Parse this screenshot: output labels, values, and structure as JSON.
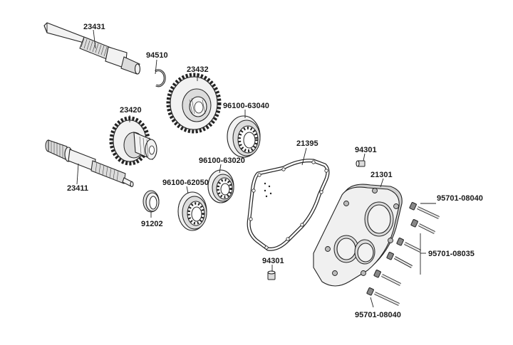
{
  "labels": {
    "p23431": "23431",
    "p94510": "94510",
    "p23432": "23432",
    "p23420": "23420",
    "p9610063040": "96100-63040",
    "p21395": "21395",
    "p94301a": "94301",
    "p23411": "23411",
    "p9610063020": "96100-63020",
    "p21301": "21301",
    "p9610062050": "96100-62050",
    "p9570108040a": "95701-08040",
    "p91202": "91202",
    "p9570108035": "95701-08035",
    "p94301b": "94301",
    "p9570108040b": "95701-08040"
  }
}
